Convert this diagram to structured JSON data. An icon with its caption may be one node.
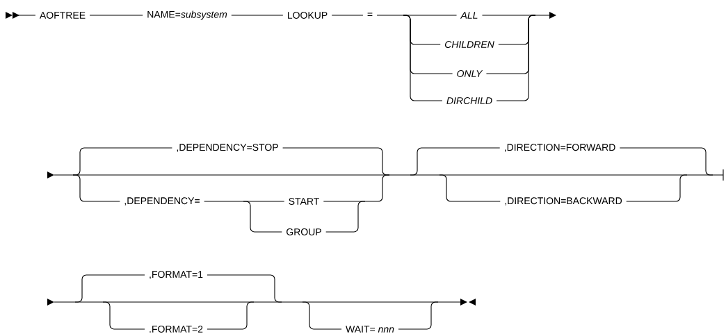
{
  "diagram": {
    "labels": [
      "AOFTREE",
      "NAME=*subsystem*",
      "LOOKUP",
      "=",
      "ALL",
      "CHILDREN",
      "ONLY",
      "DIRCHILD",
      ",DEPENDENCY=STOP",
      ",DEPENDENCY=",
      "START",
      "GROUP",
      ",DIRECTION=FORWARD",
      ",DIRECTION=BACKWARD",
      ",FORMAT=1",
      ".FORMAT=2",
      "WAIT= *nnn*"
    ]
  }
}
